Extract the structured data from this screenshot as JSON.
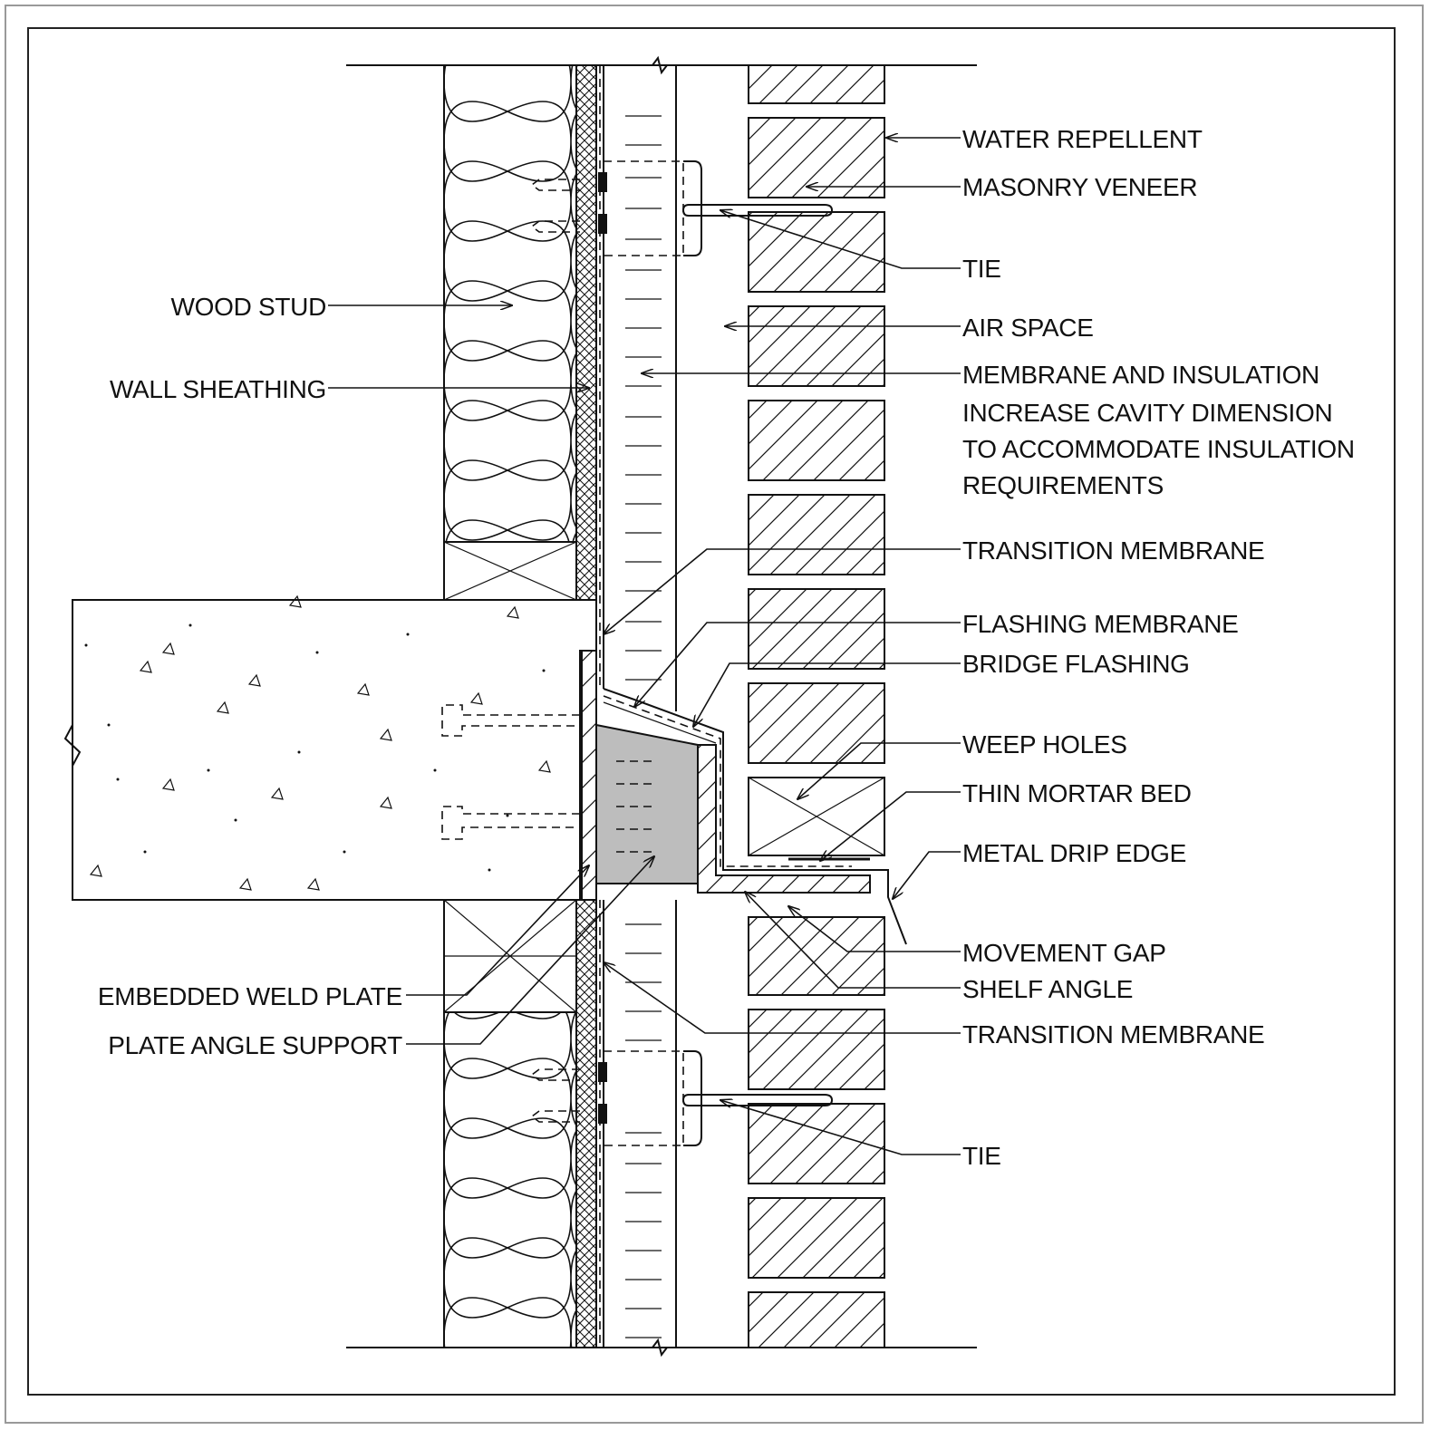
{
  "colors": {
    "line": "#111111",
    "fill": "#bdbdbd",
    "background": "#ffffff"
  },
  "labels": {
    "water_repellent": "WATER REPELLENT",
    "masonry_veneer": "MASONRY VENEER",
    "tie_top": "TIE",
    "air_space": "AIR SPACE",
    "membrane_insulation": [
      "MEMBRANE AND INSULATION",
      "INCREASE CAVITY DIMENSION",
      "TO ACCOMMODATE INSULATION",
      "REQUIREMENTS"
    ],
    "transition_membrane_top": "TRANSITION MEMBRANE",
    "flashing_membrane": "FLASHING MEMBRANE",
    "bridge_flashing": "BRIDGE FLASHING",
    "weep_holes": "WEEP HOLES",
    "thin_mortar_bed": "THIN MORTAR BED",
    "metal_drip_edge": "METAL DRIP EDGE",
    "movement_gap": "MOVEMENT GAP",
    "shelf_angle": "SHELF ANGLE",
    "transition_membrane_bottom": "TRANSITION MEMBRANE",
    "tie_bottom": "TIE",
    "wood_stud": "WOOD STUD",
    "wall_sheathing": "WALL SHEATHING",
    "embedded_weld_plate": "EMBEDDED WELD PLATE",
    "plate_angle_support": "PLATE ANGLE SUPPORT"
  }
}
